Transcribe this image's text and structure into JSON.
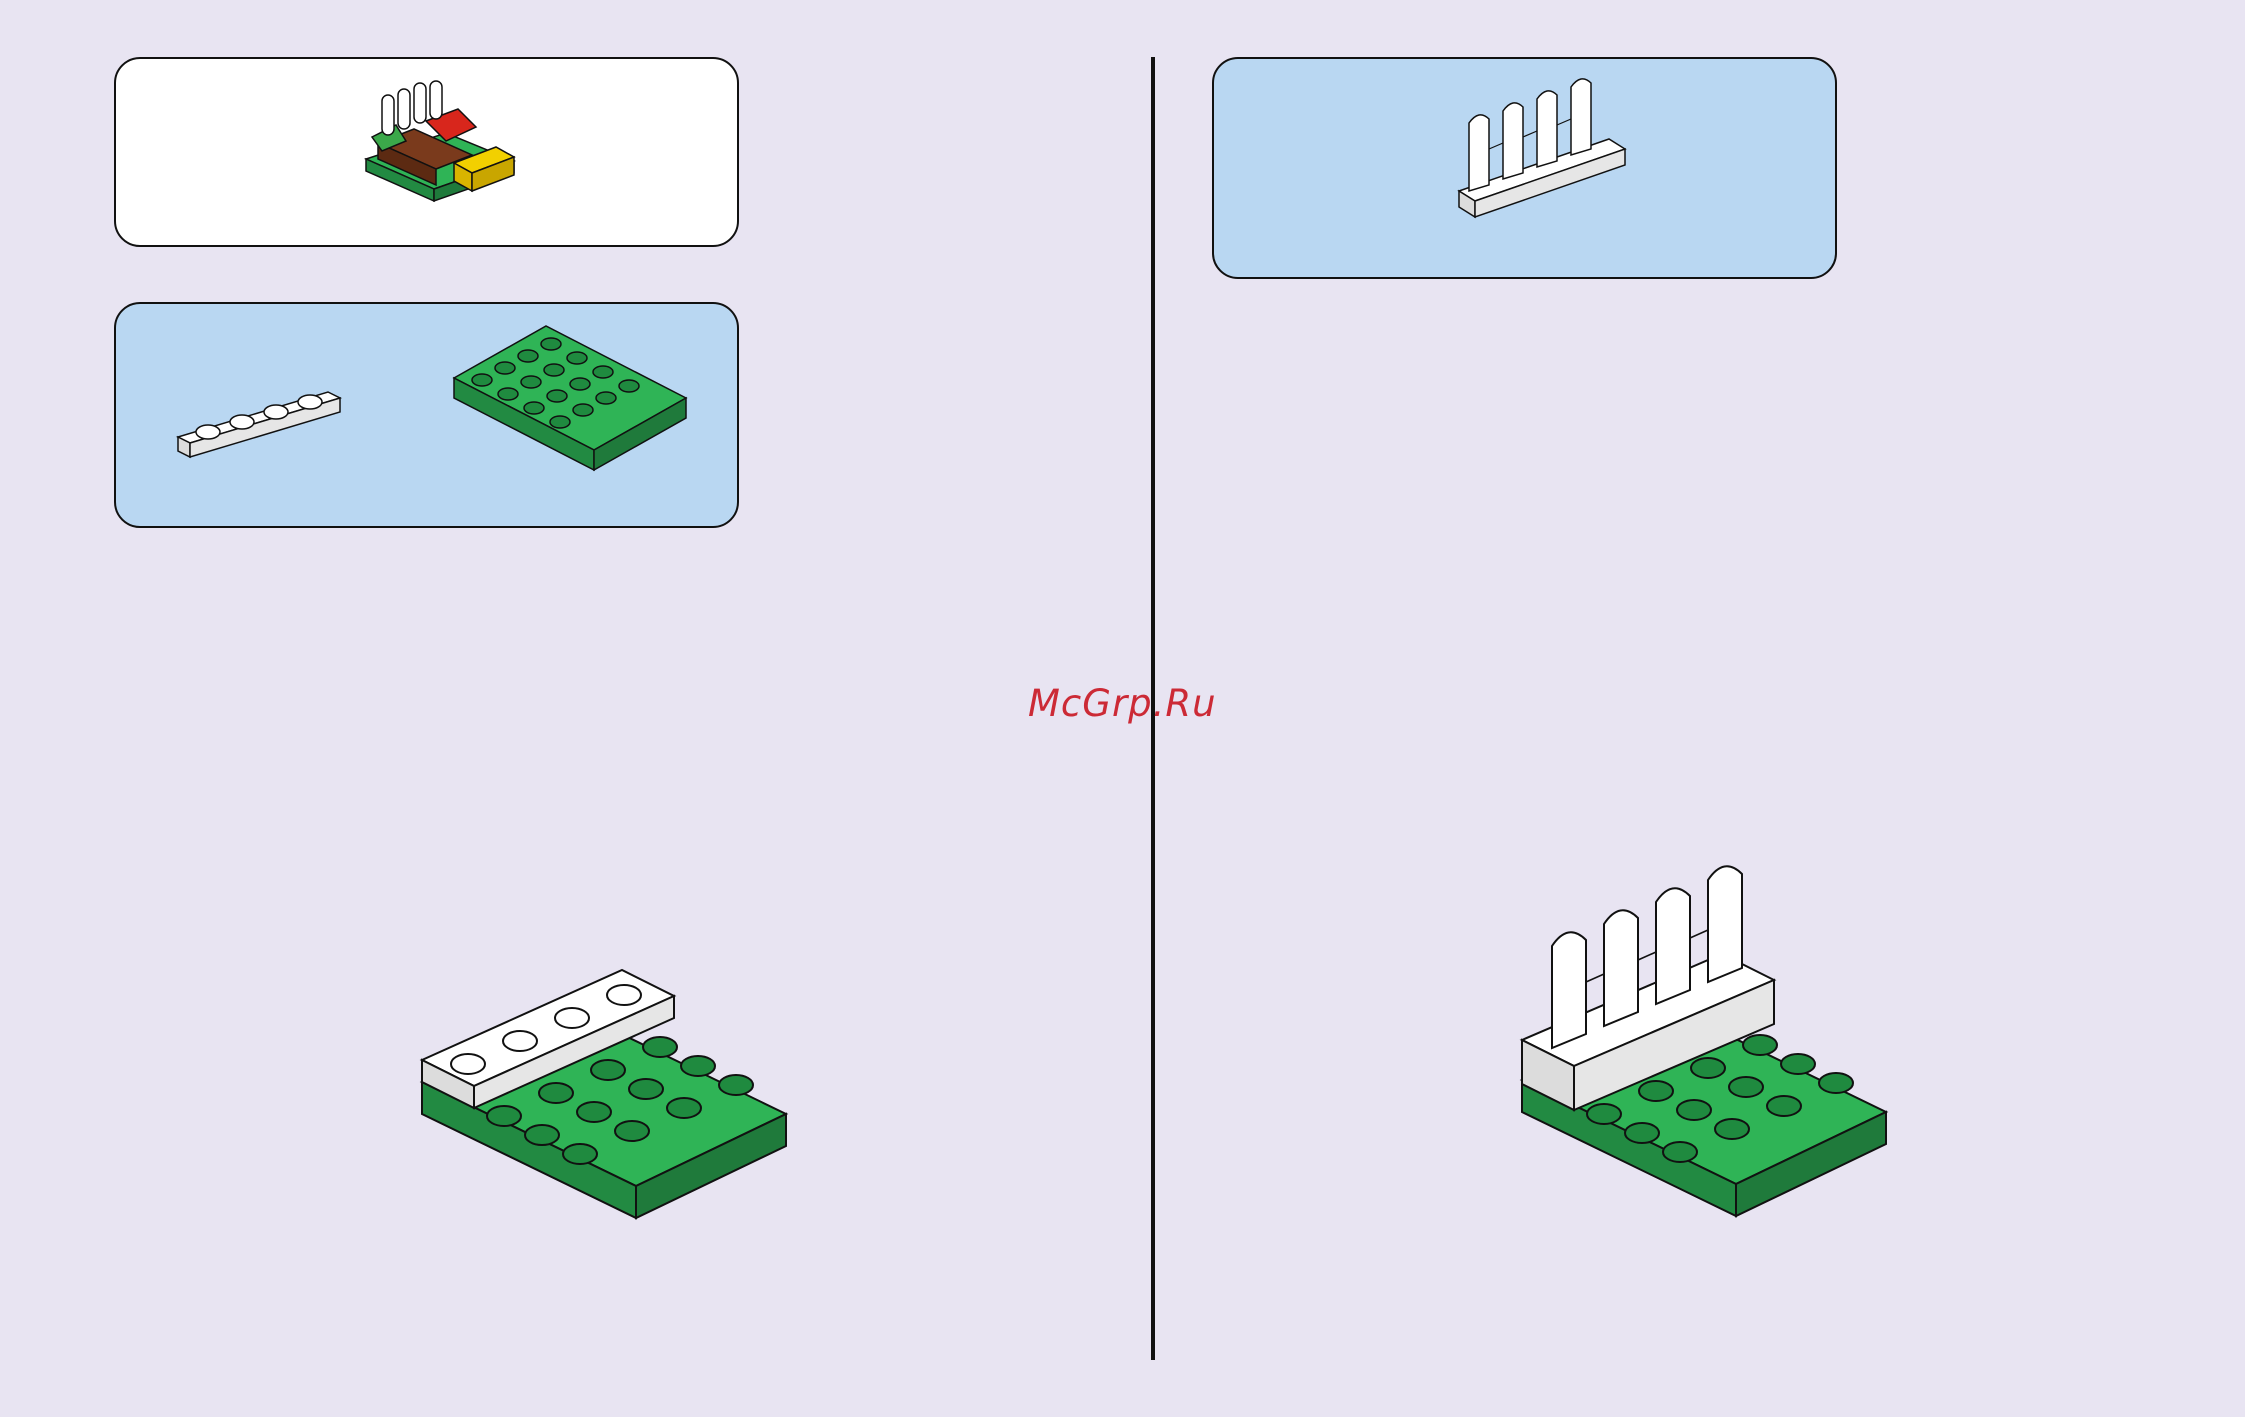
{
  "watermark": {
    "text": "McGrp.Ru",
    "color": "#cc2a36"
  },
  "colors": {
    "background": "#e8e4f2",
    "callout_blue": "#b9d7f2",
    "callout_white": "#ffffff",
    "brick_green": "#2fb456",
    "brick_white": "#f4f4f4",
    "divider": "#111111"
  },
  "steps": [
    {
      "side": "left",
      "parts": [
        "white-plate-1x4",
        "green-plate-4x4"
      ],
      "result": "plate-assembly"
    },
    {
      "side": "right",
      "parts": [
        "white-picket-fence-1x4"
      ],
      "result": "fence-assembly"
    }
  ],
  "set_preview": {
    "icon": "completed-model-icon"
  }
}
